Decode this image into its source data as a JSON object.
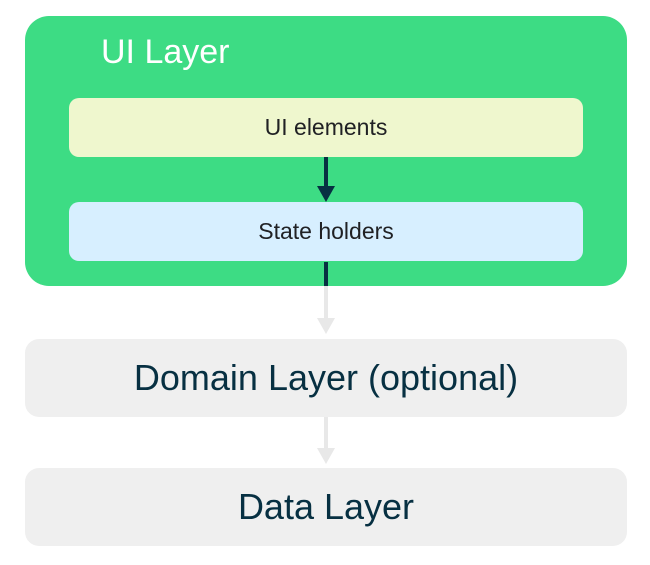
{
  "ui_layer": {
    "title": "UI Layer",
    "elements_label": "UI elements",
    "state_holders_label": "State holders"
  },
  "domain_layer": {
    "label": "Domain Layer (optional)"
  },
  "data_layer": {
    "label": "Data Layer"
  },
  "colors": {
    "ui_layer_bg": "#3ddc84",
    "ui_elements_bg": "#eff7ce",
    "state_holders_bg": "#d7efff",
    "layer_bg": "#efefef",
    "dark_arrow": "#073042",
    "light_arrow": "#e8e8e8"
  }
}
